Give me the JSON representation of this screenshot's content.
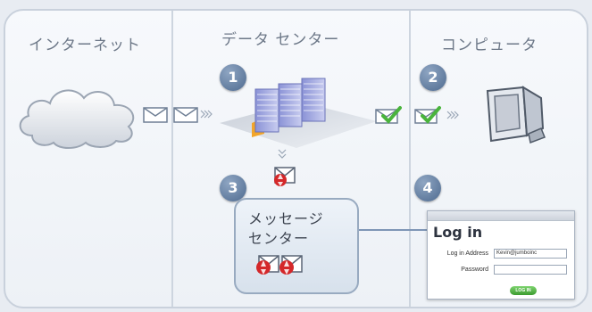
{
  "columns": {
    "internet": "インターネット",
    "datacenter": "データ センター",
    "computer": "コンピュータ"
  },
  "steps": [
    "1",
    "2",
    "3",
    "4"
  ],
  "message_center": {
    "title_line1": "メッセージ",
    "title_line2": "センター"
  },
  "login": {
    "title": "Log in",
    "address_label": "Log in Address",
    "address_value": "Kevin@jumboinc",
    "password_label": "Password",
    "button_label": "LOG IN"
  },
  "colors": {
    "step_badge": "#5a7699",
    "check_green": "#4ab43c",
    "spam_red": "#d4282a",
    "divider": "#cdd5df",
    "connector": "#7f96b6"
  },
  "icons": [
    "cloud-icon",
    "envelope-icon",
    "server-stack-icon",
    "checked-envelope-icon",
    "spam-envelope-icon",
    "computer-monitor-icon"
  ]
}
